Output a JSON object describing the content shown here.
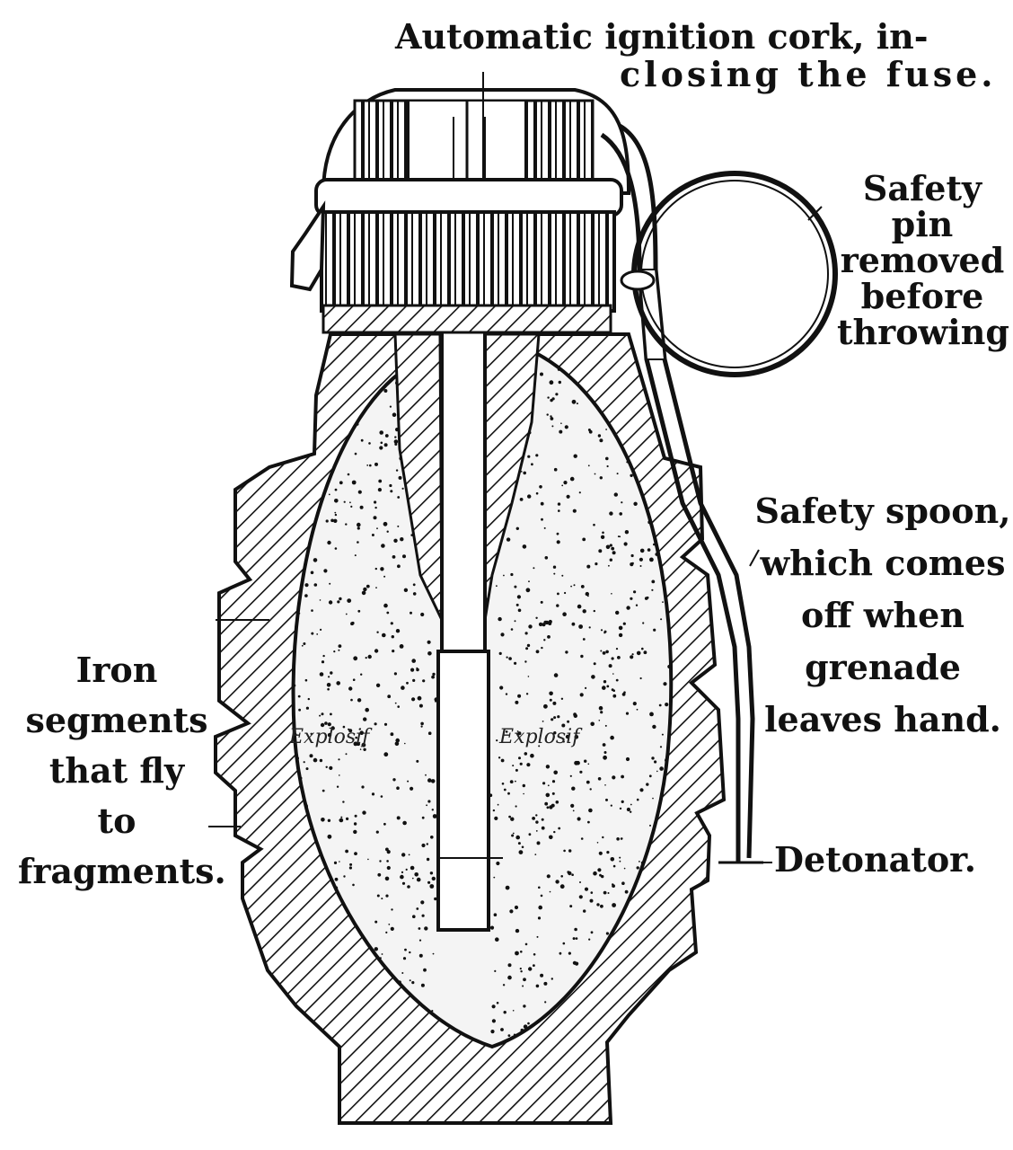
{
  "labels": {
    "cork": {
      "line1": "Automatic ignition cork, in-",
      "line2": "closing the fuse."
    },
    "pin": {
      "line1": "Safety",
      "line2": "pin",
      "line3": "removed",
      "line4": "before",
      "line5": "throwing"
    },
    "spoon": {
      "line1": "Safety spoon,",
      "line2": "which comes",
      "line3": "off when",
      "line4": "grenade",
      "line5": "leaves hand."
    },
    "segments": {
      "line1": "Iron",
      "line2": "segments",
      "line3": "that fly",
      "line4": "to",
      "line5": "fragments."
    },
    "detonator": "Detonator.",
    "explosive_left": "Explosif",
    "explosive_right": "Explosif"
  },
  "colors": {
    "ink": "#111111",
    "paper": "#ffffff"
  }
}
